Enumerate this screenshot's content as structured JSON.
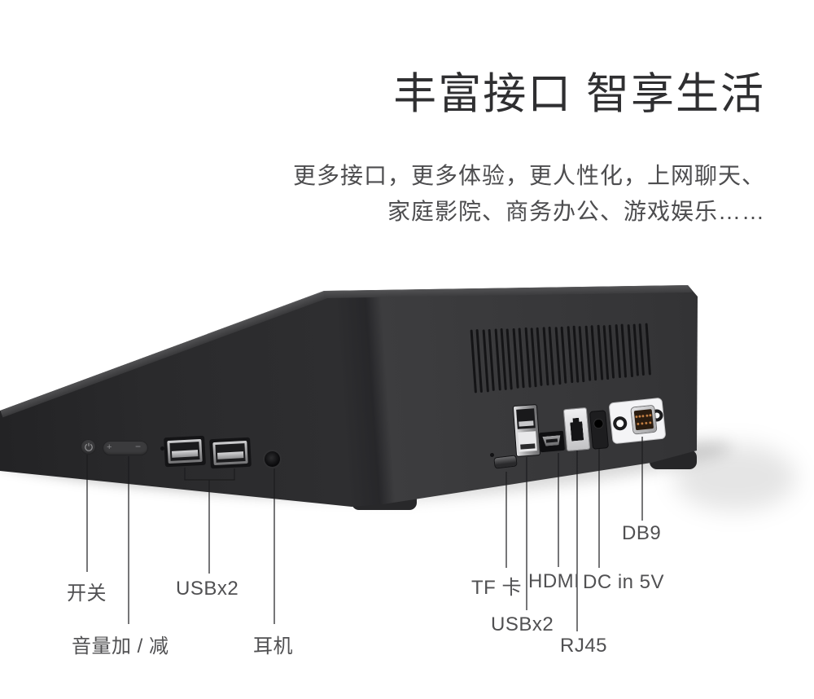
{
  "header": {
    "title": "丰富接口 智享生活",
    "subtitle_line1": "更多接口，更多体验，更人性化，上网聊天、",
    "subtitle_line2": "家庭影院、商务办公、游戏娱乐……"
  },
  "device": {
    "kind": "wedge mini PC product photo",
    "body_color": "#2e2e30",
    "right_face_color": "#3a3a3c",
    "edge_highlight_color": "#5a5a5c",
    "vent_slats": 30,
    "db9_pin_rows": [
      5,
      4
    ],
    "front_controls": [
      {
        "icon": "power-icon"
      },
      {
        "icon": "volume-rocker-icon",
        "plus": "+",
        "minus": "−"
      },
      {
        "icon": "mic-hole-icon"
      },
      {
        "icon": "usb-a-port-icon"
      },
      {
        "icon": "usb-a-port-icon"
      },
      {
        "icon": "headphone-jack-icon"
      }
    ],
    "back_ports": [
      "tf-card-slot",
      "usb-stack",
      "hdmi-port",
      "rj45-port",
      "dc-jack",
      "db9-port"
    ]
  },
  "callouts": {
    "front": [
      {
        "id": "power",
        "label": "开关"
      },
      {
        "id": "usb_front",
        "label": "USBx2"
      },
      {
        "id": "volume",
        "label": "音量加 / 减"
      },
      {
        "id": "headphone",
        "label": "耳机"
      }
    ],
    "back": [
      {
        "id": "tf",
        "label": "TF 卡"
      },
      {
        "id": "hdmi",
        "label": "HDMI"
      },
      {
        "id": "dc",
        "label": "DC in 5V"
      },
      {
        "id": "usb_back",
        "label": "USBx2"
      },
      {
        "id": "rj45",
        "label": "RJ45"
      },
      {
        "id": "db9",
        "label": "DB9"
      }
    ]
  }
}
